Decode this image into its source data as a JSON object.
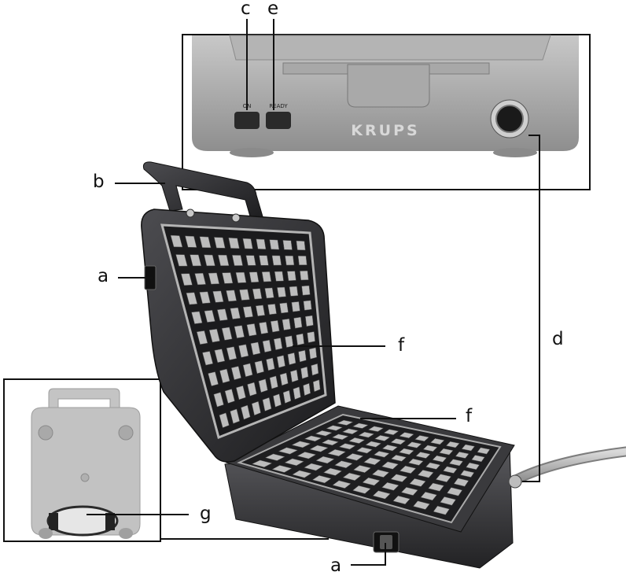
{
  "labels": {
    "a": "a",
    "b": "b",
    "c": "c",
    "d": "d",
    "e": "e",
    "f": "f",
    "g": "g"
  },
  "panel": {
    "on_text": "ON",
    "ready_text": "READY",
    "brand": "KRUPS"
  },
  "colors": {
    "body_dark": "#2c2c2e",
    "body_mid": "#4a4a4d",
    "plate": "#1f1f21",
    "waffle_cell": "#bcbcbc",
    "panel_gray": "#9a9a9a",
    "inset_gray": "#b8b8b8",
    "line": "#111111"
  }
}
